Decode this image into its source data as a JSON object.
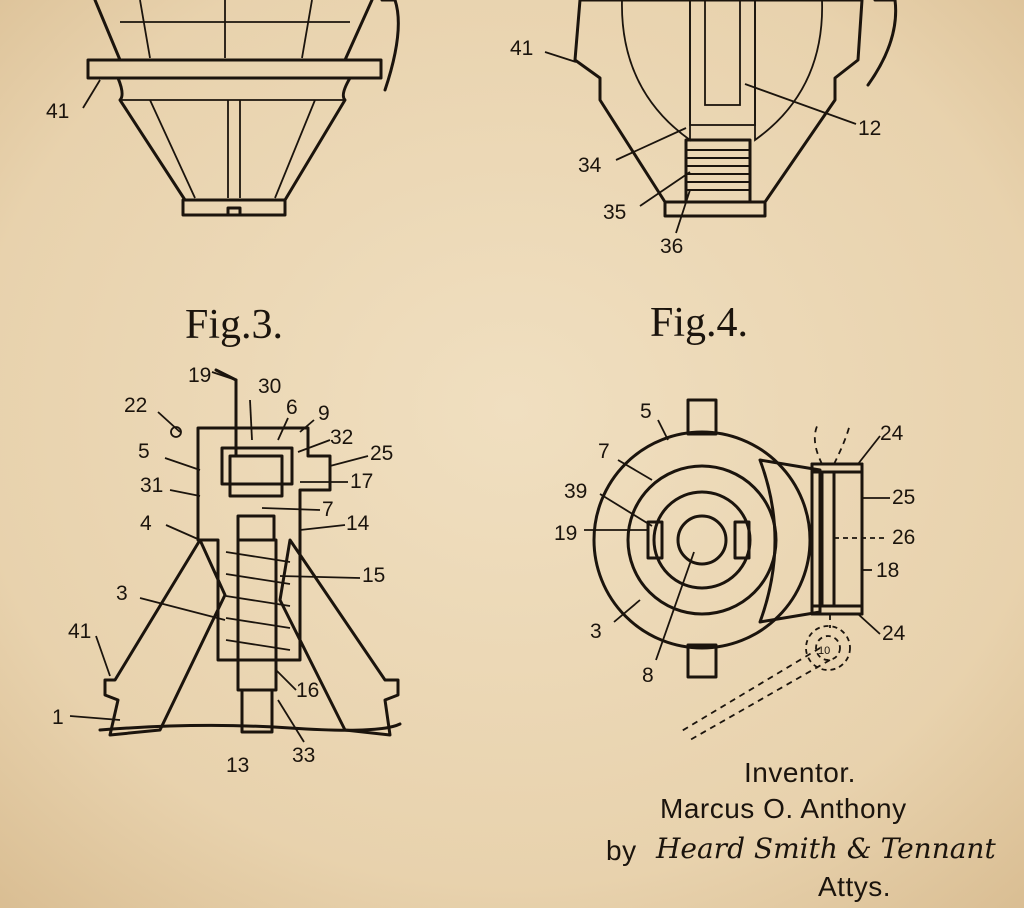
{
  "figures": {
    "fig3": {
      "title": "Fig.3."
    },
    "fig4": {
      "title": "Fig.4."
    }
  },
  "labels": {
    "fig1": [
      "41"
    ],
    "fig2": [
      "41",
      "12",
      "34",
      "35",
      "36"
    ],
    "fig3": [
      "19",
      "30",
      "22",
      "6",
      "9",
      "32",
      "5",
      "25",
      "31",
      "17",
      "7",
      "4",
      "14",
      "15",
      "3",
      "41",
      "16",
      "1",
      "13",
      "33"
    ],
    "fig4": [
      "5",
      "7",
      "24",
      "39",
      "25",
      "19",
      "26",
      "18",
      "3",
      "24",
      "8",
      "10"
    ]
  },
  "inventor_block": {
    "heading": "Inventor.",
    "name": "Marcus O. Anthony",
    "by": "by",
    "signature": "Heard Smith & Tennant",
    "attys": "Attys."
  },
  "colors": {
    "paper": "#ecd9b8",
    "ink": "#1b140d"
  }
}
